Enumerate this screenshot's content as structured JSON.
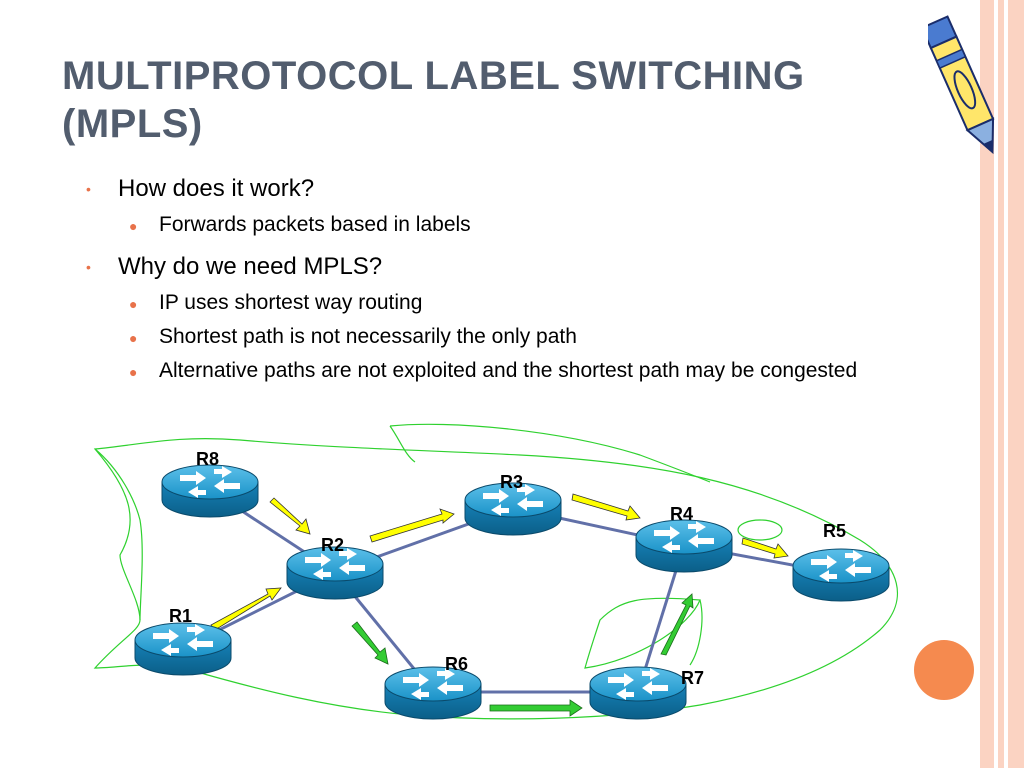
{
  "slide": {
    "title": "MULTIPROTOCOL LABEL SWITCHING (MPLS)",
    "bullets": [
      {
        "text": "How does it work?",
        "sub": [
          "Forwards packets based in labels"
        ]
      },
      {
        "text": "Why do we need MPLS?",
        "sub": [
          "IP uses shortest way routing",
          "Shortest path is not necessarily the only path",
          "Alternative paths are not exploited and the shortest path may be congested"
        ]
      }
    ]
  },
  "diagram": {
    "routers": {
      "r8": "R8",
      "r3": "R3",
      "r4": "R4",
      "r2": "R2",
      "r5": "R5",
      "r1": "R1",
      "r6": "R6",
      "r7": "R7"
    },
    "colors": {
      "router_body": "#1a92c8",
      "router_dark": "#0b6a97",
      "link": "#6170a8",
      "shortest_path_arrow": "#ffff00",
      "alternate_path_arrow": "#33cc33",
      "fish_outline": "#2fd12f",
      "accent": "#f58a4f"
    },
    "icons": {
      "router": "router-icon",
      "pen": "pen-icon"
    }
  }
}
